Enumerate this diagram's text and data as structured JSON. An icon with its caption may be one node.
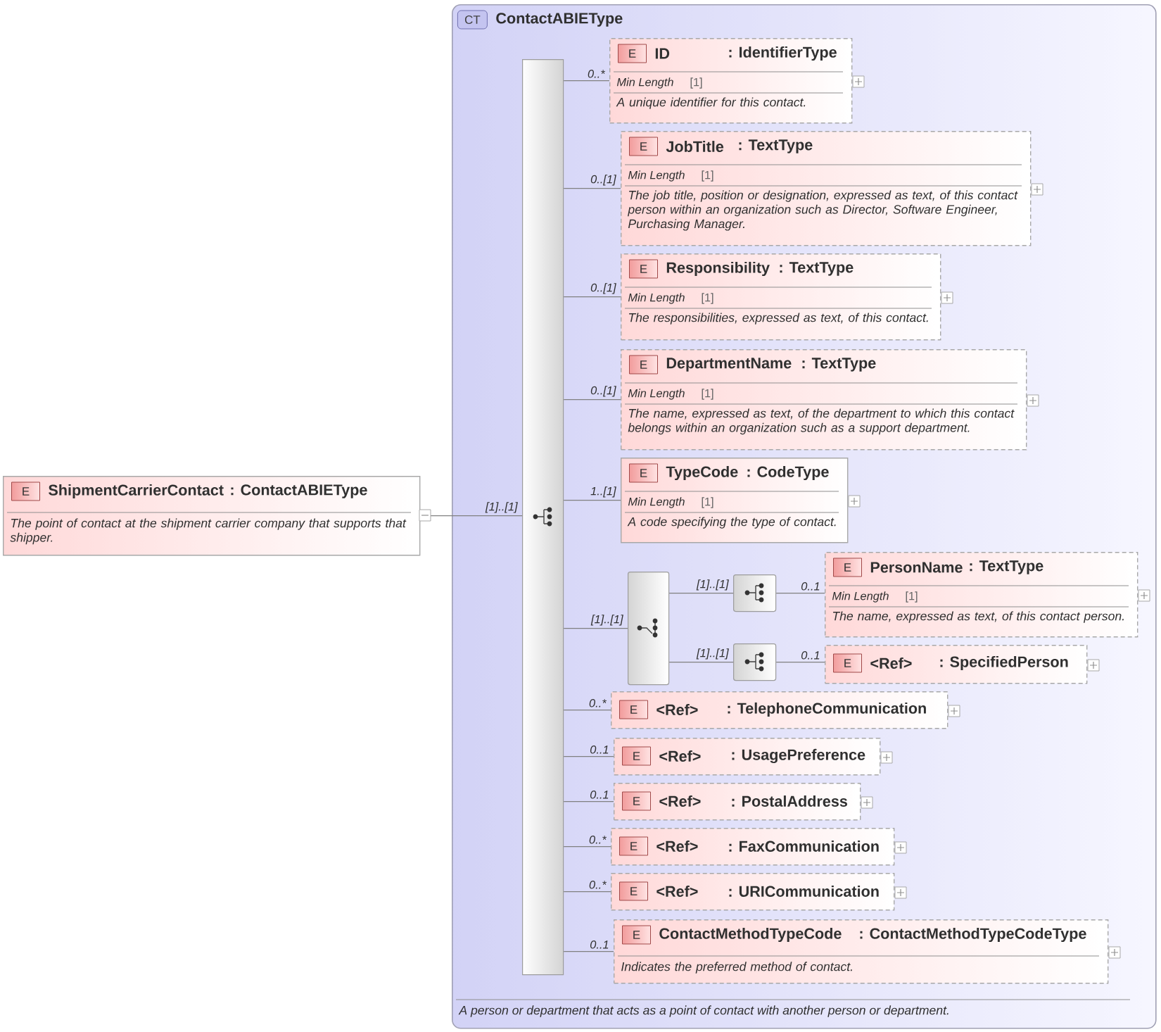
{
  "diagram": {
    "nodes": [
      {
        "text": [
          "E",
          "ShipmentCarrierContact",
          ": ContactABIEType",
          "The point of contact at the shipment carrier company that supports that shipper."
        ]
      },
      {
        "text": [
          "CT",
          "ContactABIEType",
          "A person or department that acts as a point of contact with another person or department."
        ]
      },
      {
        "text": [],
        "shape": "bar",
        "in": 1
      },
      {
        "text": [
          "E",
          "ID",
          ": IdentifierType",
          "Min Length",
          "[1]",
          "A unique identifier for this contact."
        ],
        "in": 1
      },
      {
        "text": [
          "E",
          "JobTitle",
          ": TextType",
          "Min Length",
          "[1]",
          "The job title, position or designation, expressed as text, of this contact person within an organization such as Director, Software Engineer, Purchasing Manager."
        ],
        "in": 1
      },
      {
        "text": [
          "E",
          "Responsibility",
          ": TextType",
          "Min Length",
          "[1]",
          "The responsibilities, expressed as text, of this contact."
        ],
        "in": 1
      },
      {
        "text": [
          "E",
          "DepartmentName",
          ": TextType",
          "Min Length",
          "[1]",
          "The name, expressed as text, of the department to which this contact belongs within an organization such as a support department."
        ],
        "in": 1
      },
      {
        "text": [
          "E",
          "TypeCode",
          ": CodeType",
          "Min Length",
          "[1]",
          "A code specifying the type of contact."
        ],
        "in": 1
      },
      {
        "text": [],
        "shape": "box",
        "in": 1
      },
      {
        "text": [],
        "shape": "box",
        "in": 1
      },
      {
        "text": [
          "E",
          "PersonName",
          ": TextType",
          "Min Length",
          "[1]",
          "The name, expressed as text, of this contact person."
        ],
        "in": 1
      },
      {
        "text": [],
        "shape": "box",
        "in": 1
      },
      {
        "text": [
          "E",
          "<Ref>",
          ": SpecifiedPerson"
        ],
        "in": 1
      },
      {
        "text": [
          "E",
          "<Ref>",
          ": TelephoneCommunication"
        ],
        "in": 1
      },
      {
        "text": [
          "E",
          "<Ref>",
          ": UsagePreference"
        ],
        "in": 1
      },
      {
        "text": [
          "E",
          "<Ref>",
          ": PostalAddress"
        ],
        "in": 1
      },
      {
        "text": [
          "E",
          "<Ref>",
          ": FaxCommunication"
        ],
        "in": 1
      },
      {
        "text": [
          "E",
          "<Ref>",
          ": URICommunication"
        ],
        "in": 1
      },
      {
        "text": [
          "E",
          "ContactMethodTypeCode",
          ": ContactMethodTypeCodeType",
          "Indicates the preferred method of contact."
        ],
        "in": 1
      }
    ],
    "edges": [
      {
        "from": 0,
        "to": 2,
        "arrow": "none",
        "label": "[1]..[1]"
      },
      {
        "from": 2,
        "to": 3,
        "arrow": "none",
        "label": "0..*"
      },
      {
        "from": 2,
        "to": 4,
        "arrow": "none",
        "label": "0..[1]"
      },
      {
        "from": 2,
        "to": 5,
        "arrow": "none",
        "label": "0..[1]"
      },
      {
        "from": 2,
        "to": 6,
        "arrow": "none",
        "label": "0..[1]"
      },
      {
        "from": 2,
        "to": 7,
        "arrow": "none",
        "label": "1..[1]"
      },
      {
        "from": 2,
        "to": 8,
        "arrow": "none",
        "label": "[1]..[1]"
      },
      {
        "from": 8,
        "to": 9,
        "arrow": "none",
        "label": "[1]..[1]"
      },
      {
        "from": 9,
        "to": 10,
        "arrow": "none",
        "label": "0..1"
      },
      {
        "from": 8,
        "to": 11,
        "arrow": "none",
        "label": "[1]..[1]"
      },
      {
        "from": 11,
        "to": 12,
        "arrow": "none",
        "label": "0..1"
      },
      {
        "from": 2,
        "to": 13,
        "arrow": "none",
        "label": "0..*"
      },
      {
        "from": 2,
        "to": 14,
        "arrow": "none",
        "label": "0..1"
      },
      {
        "from": 2,
        "to": 15,
        "arrow": "none",
        "label": "0..1"
      },
      {
        "from": 2,
        "to": 16,
        "arrow": "none",
        "label": "0..*"
      },
      {
        "from": 2,
        "to": 17,
        "arrow": "none",
        "label": "0..*"
      },
      {
        "from": 2,
        "to": 18,
        "arrow": "none",
        "label": "0..1"
      }
    ]
  }
}
